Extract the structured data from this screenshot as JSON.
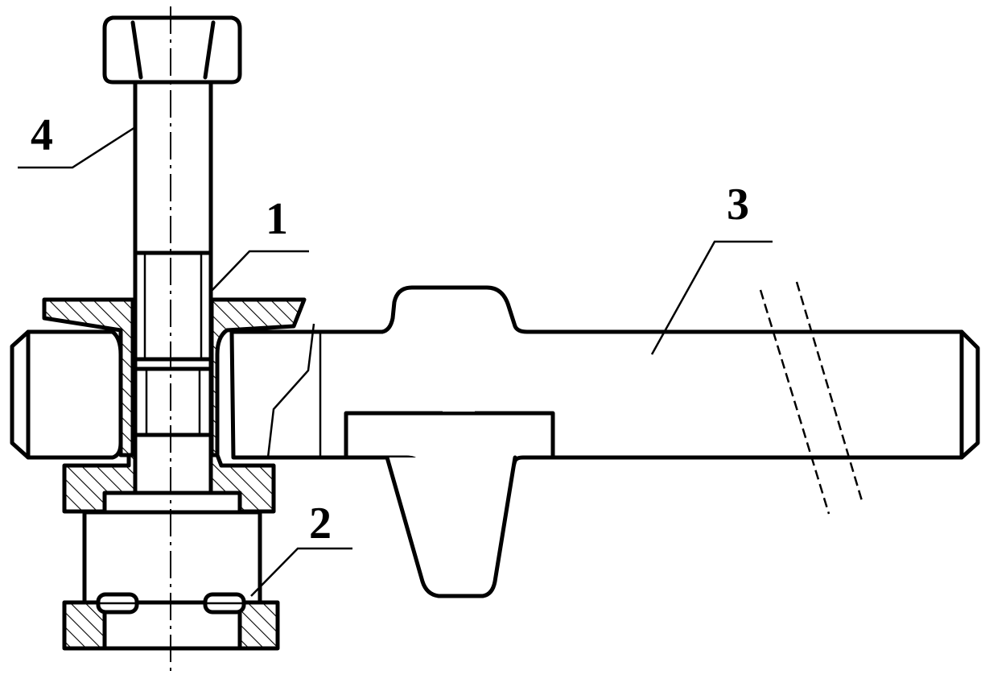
{
  "labels": {
    "part1": "1",
    "part2": "2",
    "part3": "3",
    "part4": "4"
  },
  "colors": {
    "line": "#000000",
    "background": "#ffffff"
  }
}
